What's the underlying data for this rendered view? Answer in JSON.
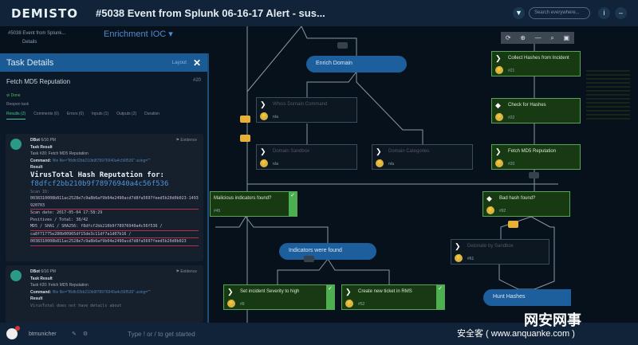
{
  "header": {
    "logo": "DEMISTO",
    "title": "#5038 Event from Splunk 06-16-17 Alert - sus...",
    "search_placeholder": "Search everywhere..."
  },
  "canvas": {
    "playbook_selector": "Enrichment IOC ▾",
    "incident_tab": "#5038 Event from Splunk...",
    "incident_sub": "Details",
    "toolbar": [
      "⟳",
      "⊕",
      "—",
      "⌕",
      "▣"
    ],
    "nodes": [
      {
        "label": "Enrich Domain"
      },
      {
        "label": "Whois Domain Command",
        "sub": "n/a"
      },
      {
        "label": "Domain Sandbox",
        "sub": "n/a"
      },
      {
        "label": "Domain Categories",
        "sub": "n/a"
      },
      {
        "label": "Collect Hashes from Incident",
        "sub": "#21"
      },
      {
        "label": "Check for Hashes",
        "sub": "#22"
      },
      {
        "label": "Fetch MD5 Reputation",
        "sub": "#20"
      },
      {
        "label": "Malicious indicators found?",
        "sub": "#45"
      },
      {
        "label": "Bad hash found?",
        "sub": "#92"
      },
      {
        "label": "Indicators were found"
      },
      {
        "label": "Set incident Severity to high",
        "sub": "#8"
      },
      {
        "label": "Create new ticket in RMS",
        "sub": "#52"
      },
      {
        "label": "Detonate by Sandbox",
        "sub": "#61"
      },
      {
        "label": "Hunt Hashes"
      }
    ]
  },
  "panel": {
    "title": "Task Details",
    "layout": "Layout",
    "close": "✕",
    "task_name": "Fetch MD5 Reputation",
    "task_num": "#20",
    "status": "Done",
    "reopen": "Reopen task",
    "tabs": [
      "Results (2)",
      "Comments (0)",
      "Errors (0)",
      "Inputs (1)",
      "Outputs (2)",
      "Duration"
    ],
    "entries": [
      {
        "author": "DBot",
        "time": "6/16 PM",
        "mark": "Evidence",
        "task_result": "Task Result",
        "task_line": "Task #20: Fetch MD5 Reputation",
        "command_label": "Command:",
        "command": "!file file=\"f8dfcf2bb210b9f78976940a4c56f536\" using=\"\"",
        "result_label": "Result",
        "vt_title": "VirusTotal Hash Reputation for:",
        "vt_hash": "f8dfcf2bb210b9f78976940a4c56f536",
        "lines": [
          "Scan ID:",
          "0038310008b811ac2528e7c9a8b6af9b04e2490acd7d8fa5697feed5b20d0b023-1493920703",
          "Scan date: 2017-05-04 17:58:29",
          "Positives / Total: 38/42",
          "MD5 / SHA1 / SHA256: f8dfcf2bb210b9f78976940a4c56f536 /",
          "ca8f71775e280b00965df15de3c11df7a1d07b16 /",
          "0038310008b811ac2528e7c9a8b6af9b04e2490acd7d8fa5697feed5b20d0b023"
        ]
      },
      {
        "author": "DBot",
        "time": "6/16 PM",
        "mark": "Evidence",
        "task_result": "Task Result",
        "task_line": "Task #20: Fetch MD5 Reputation",
        "command_label": "Command:",
        "command": "!file file=\"f8dfcf2bb210b9f78976940a4c56f536\" using=\"\"",
        "result_label": "Result",
        "line1": "VirusTotal does not have details about"
      }
    ]
  },
  "footer": {
    "user": "btmunicher",
    "command_placeholder": "Type ! or / to get started"
  },
  "watermark": {
    "line1": "网安网事",
    "line2": "安全客 ( www.anquanke.com )"
  }
}
